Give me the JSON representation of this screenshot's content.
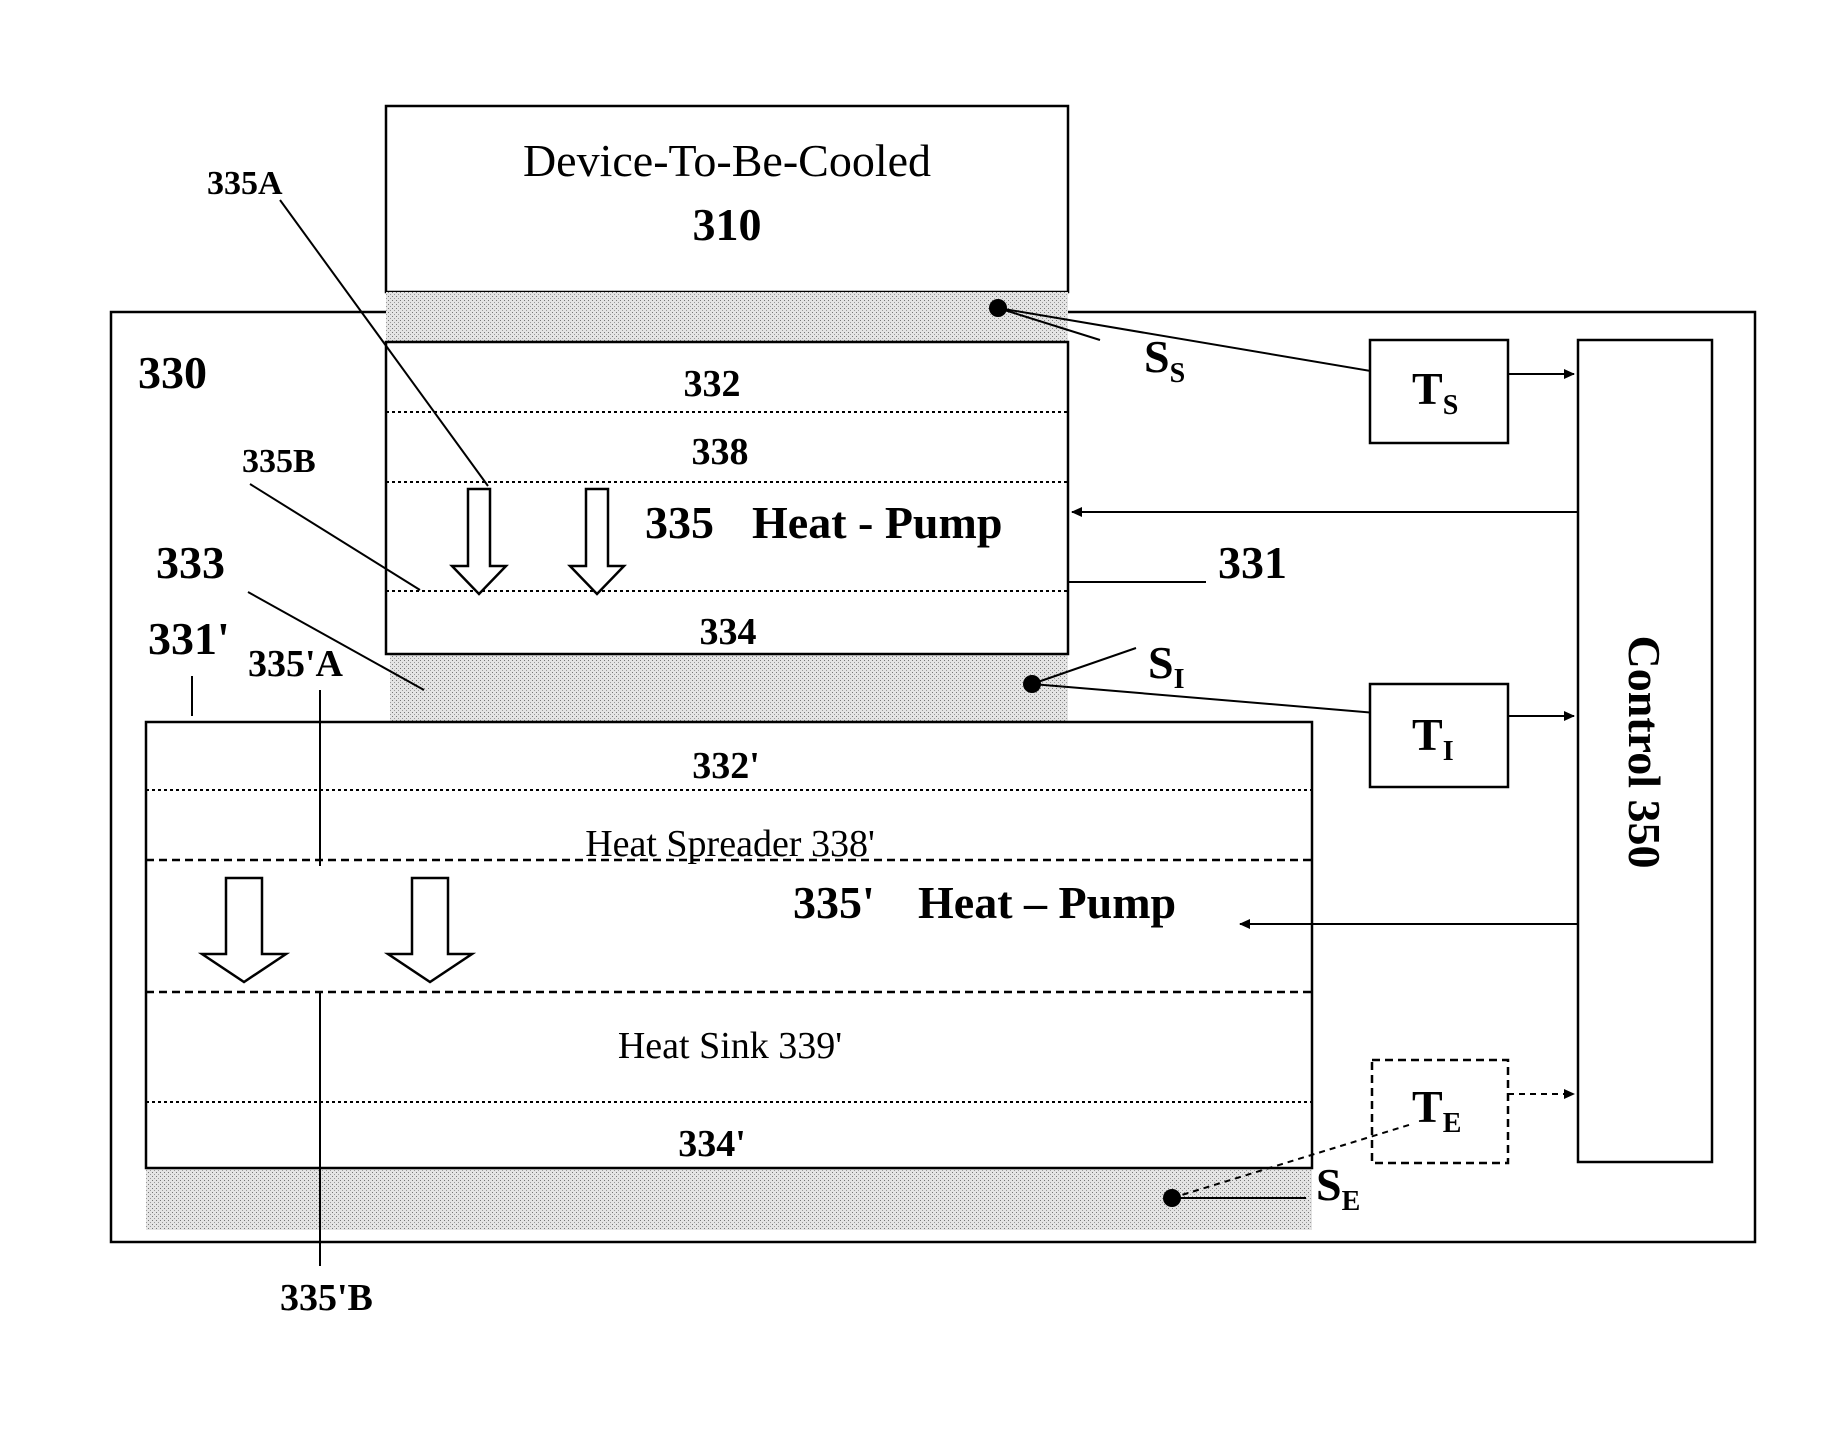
{
  "device": {
    "name": "Device-To-Be-Cooled",
    "number": "310"
  },
  "module": {
    "label": "330"
  },
  "stage1": {
    "layer_top": "332",
    "layer_spreader": "338",
    "heat_pump_num": "335",
    "heat_pump_label": "Heat - Pump",
    "layer_bottom": "334",
    "label_stage": "331",
    "label_335a": "335A",
    "label_335b": "335B"
  },
  "interface": {
    "label": "333"
  },
  "stage2": {
    "label_stage": "331'",
    "label_335a": "335'A",
    "layer_top": "332'",
    "spreader": "Heat Spreader 338'",
    "heat_pump_num": "335'",
    "heat_pump_label": "Heat – Pump",
    "heat_sink": "Heat Sink 339'",
    "layer_bottom": "334'",
    "label_335b": "335'B"
  },
  "sensors": {
    "ss_main": "S",
    "ss_sub": "S",
    "si_main": "S",
    "si_sub": "I",
    "se_main": "S",
    "se_sub": "E"
  },
  "temps": {
    "ts_main": "T",
    "ts_sub": "S",
    "ti_main": "T",
    "ti_sub": "I",
    "te_main": "T",
    "te_sub": "E"
  },
  "control": {
    "label": "Control 350"
  }
}
